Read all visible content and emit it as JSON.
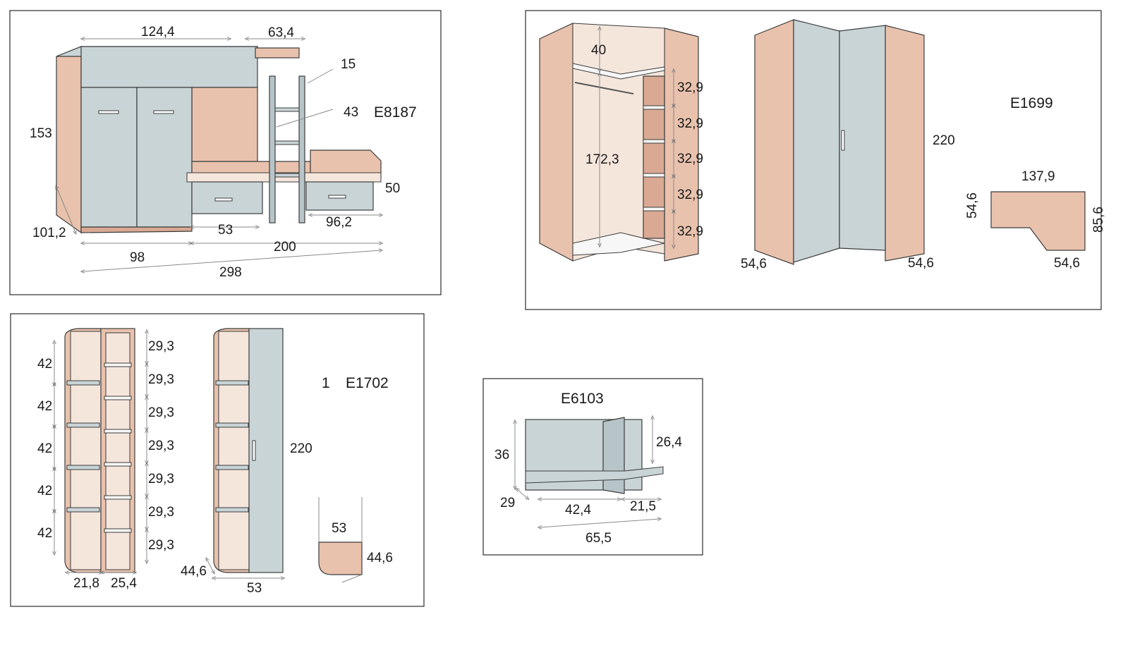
{
  "panels": {
    "bunk": {
      "code": "E8187",
      "dims": {
        "width_top": "124,4",
        "ladder_top": "63,4",
        "rail": "15",
        "ladder_depth": "43",
        "height": "153",
        "bed_height": "50",
        "depth": "101,2",
        "drawer_width": "53",
        "bed_depth": "96,2",
        "wardrobe_width": "98",
        "bed_length": "200",
        "total_length": "298"
      }
    },
    "corner": {
      "code": "E1699",
      "dims": {
        "top_space": "40",
        "shelf_1": "32,9",
        "shelf_2": "32,9",
        "shelf_3": "32,9",
        "shelf_4": "32,9",
        "shelf_5": "32,9",
        "hanging_height": "172,3",
        "height": "220",
        "depth_left": "54,6",
        "depth_right": "54,6",
        "plan_width": "137,9",
        "plan_depth_left": "54,6",
        "plan_depth_right": "85,6",
        "plan_depth_bottom": "54,6"
      }
    },
    "column": {
      "quantity": "1",
      "code": "E1702",
      "dims": {
        "large_shelves": [
          "42",
          "42",
          "42",
          "42",
          "42"
        ],
        "small_shelves": [
          "29,3",
          "29,3",
          "29,3",
          "29,3",
          "29,3",
          "29,3",
          "29,3"
        ],
        "front_width_a": "21,8",
        "front_width_b": "25,4",
        "height": "220",
        "side_depth": "44,6",
        "front_width": "53",
        "plan_width": "53",
        "plan_depth": "44,6"
      }
    },
    "desk": {
      "code": "E6103",
      "dims": {
        "height": "36",
        "side_height": "26,4",
        "depth": "29",
        "shelf_a": "42,4",
        "shelf_b": "21,5",
        "total": "65,5"
      }
    }
  }
}
